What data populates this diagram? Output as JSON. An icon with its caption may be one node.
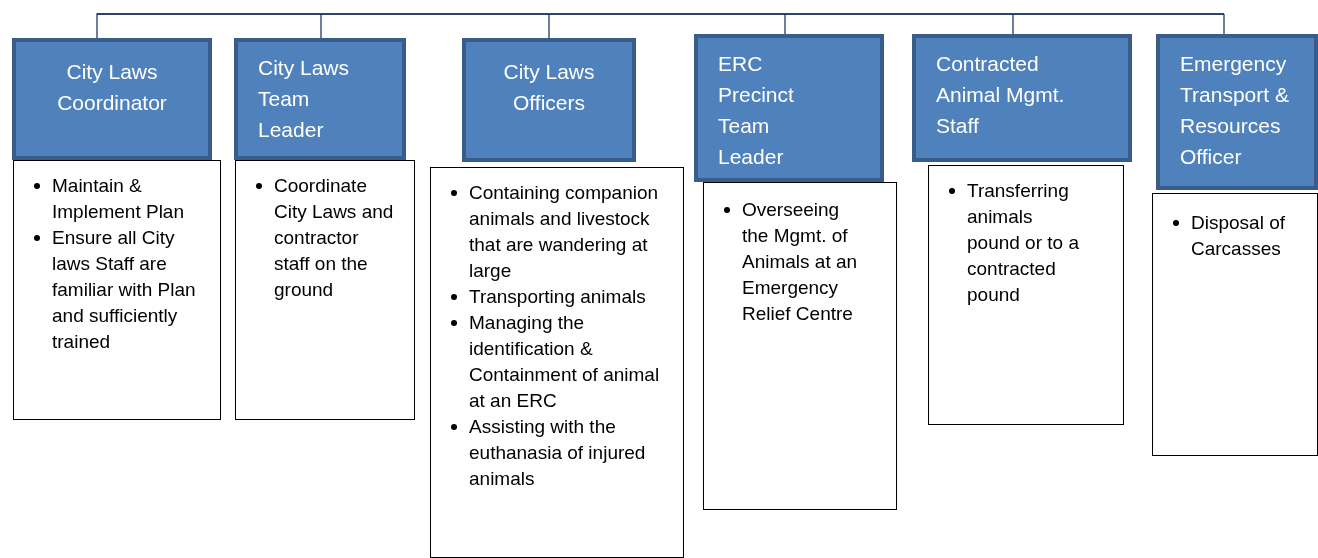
{
  "diagram": {
    "nodes": [
      {
        "text": [
          "City Laws Coordinator"
        ]
      },
      {
        "text": [
          "Maintain & Implement Plan",
          "Ensure all City laws Staff are familiar with Plan and sufficiently trained"
        ]
      },
      {
        "text": [
          "City Laws Team Leader"
        ]
      },
      {
        "text": [
          "Coordinate City Laws and contractor staff on the ground"
        ]
      },
      {
        "text": [
          "City Laws Officers"
        ]
      },
      {
        "text": [
          "Containing companion animals and livestock that are wandering at large",
          "Transporting animals",
          "Managing the identification & Containment of animal at an ERC",
          "Assisting with the euthanasia of injured animals"
        ]
      },
      {
        "text": [
          "ERC Precinct Team Leader"
        ]
      },
      {
        "text": [
          "Overseeing the Mgmt. of Animals at an Emergency Relief Centre"
        ]
      },
      {
        "text": [
          "Contracted Animal Mgmt. Staff"
        ]
      },
      {
        "text": [
          "Transferring animals pound or to a contracted pound"
        ]
      },
      {
        "text": [
          "Emergency Transport & Resources Officer"
        ]
      },
      {
        "text": [
          "Disposal of Carcasses"
        ]
      }
    ],
    "edges": [
      {
        "from": null,
        "to": 0,
        "arrow": "none"
      },
      {
        "from": null,
        "to": 2,
        "arrow": "none"
      },
      {
        "from": null,
        "to": 4,
        "arrow": "none"
      },
      {
        "from": null,
        "to": 6,
        "arrow": "none"
      },
      {
        "from": null,
        "to": 8,
        "arrow": "none"
      },
      {
        "from": null,
        "to": 10,
        "arrow": "none"
      }
    ]
  }
}
